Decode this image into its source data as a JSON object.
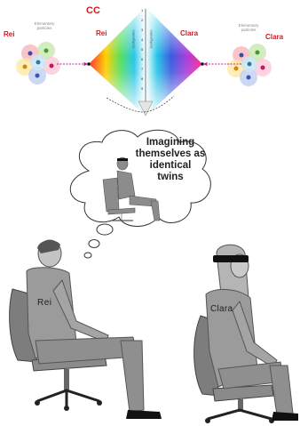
{
  "diagram": {
    "cc_label": "CC",
    "left": {
      "name": "Rei",
      "particles_label": "Elementary\nparticles"
    },
    "right": {
      "name": "Clara",
      "particles_label": "Elementary\nparticles"
    },
    "diamond_left_name": "Rei",
    "diamond_right_name": "Clara",
    "vertical_scale": [
      "1",
      "2",
      "3",
      "4",
      "5",
      "6",
      "7",
      "8",
      "9"
    ],
    "axis_text_left": "Configuration",
    "axis_text_right": "Configuration"
  },
  "thought": {
    "line1": "Imagining",
    "line2": "themselves as",
    "line3": "identical",
    "line4": "twins"
  },
  "people": {
    "left_shirt": "Rei",
    "right_shirt": "Clara"
  },
  "colors": {
    "accent_red": "#d6171f",
    "figure_gray": "#9b9b9b",
    "arrow_magenta": "#c0208a"
  }
}
